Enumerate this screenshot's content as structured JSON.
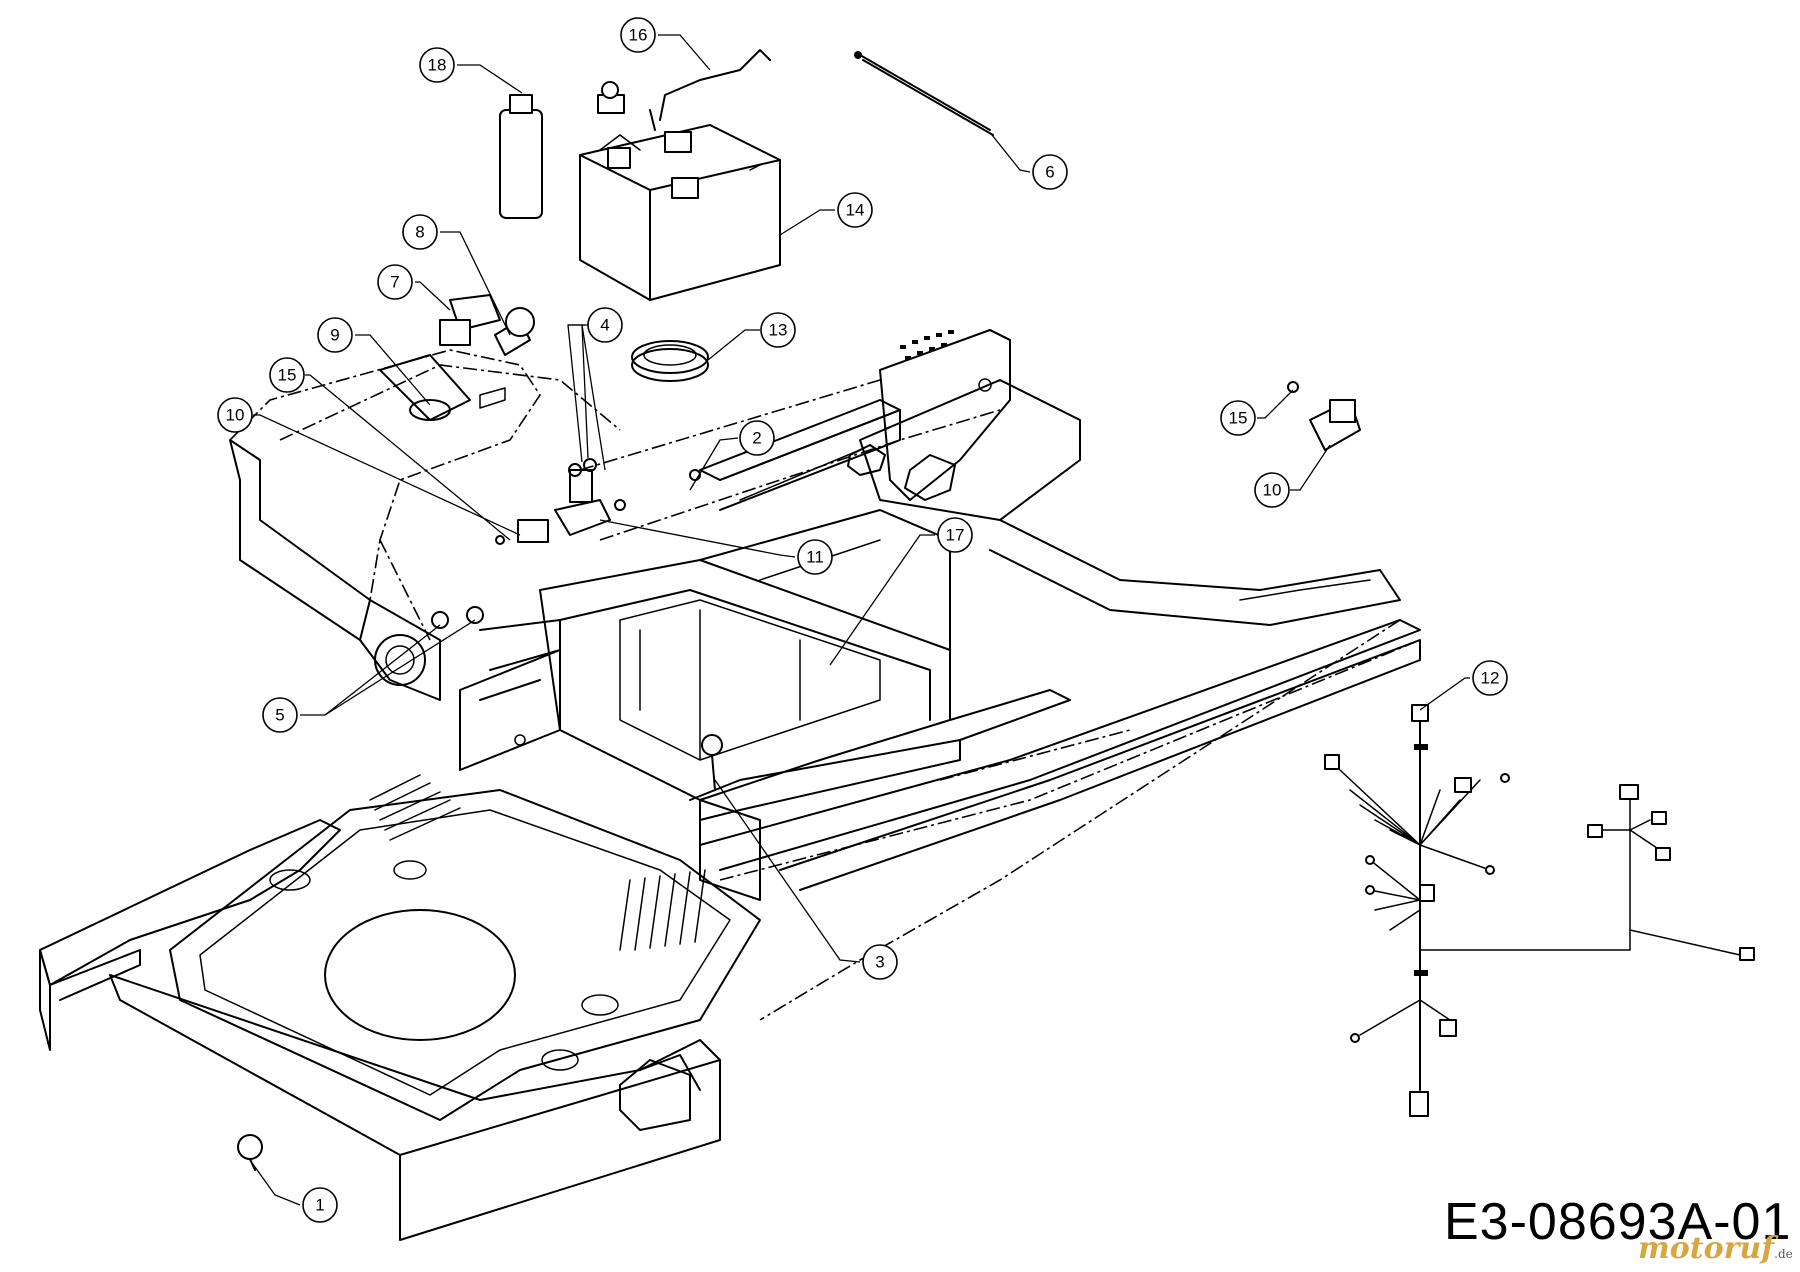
{
  "document_code": "E3-08693A-01",
  "watermark": {
    "brand": "motoruf",
    "suffix": ".de"
  },
  "callouts": [
    "1",
    "2",
    "3",
    "4",
    "5",
    "6",
    "7",
    "8",
    "9",
    "10",
    "11",
    "12",
    "13",
    "14",
    "15",
    "16",
    "17",
    "18",
    "10",
    "15"
  ]
}
